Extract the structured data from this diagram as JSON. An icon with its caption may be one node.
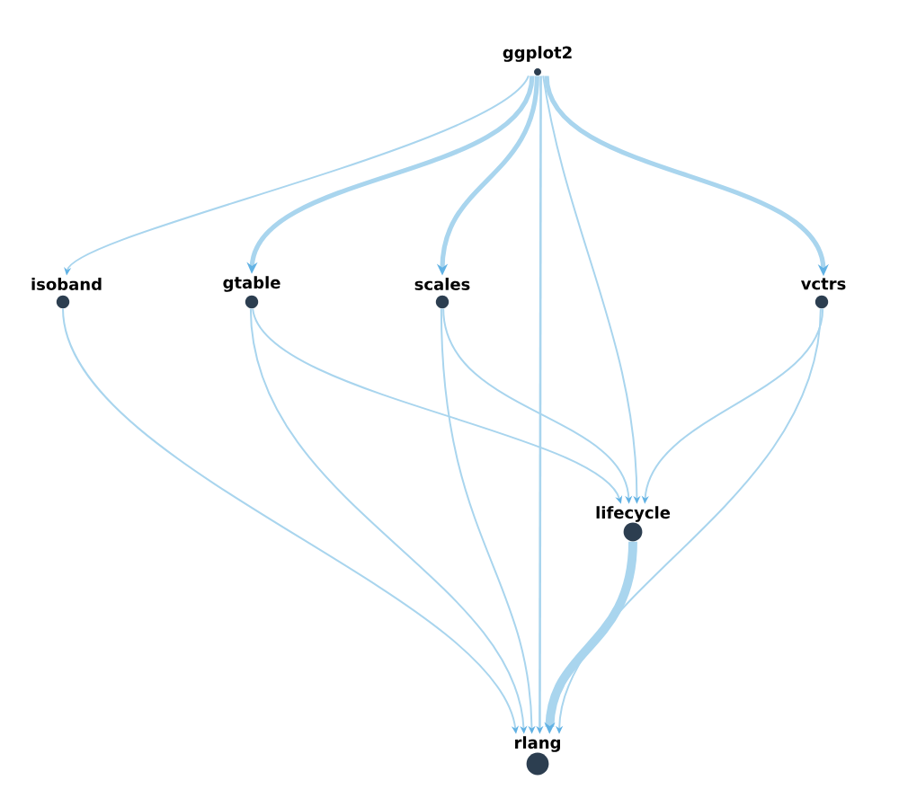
{
  "diagram": {
    "nodes": [
      {
        "text": [
          "ggplot2"
        ]
      },
      {
        "text": [
          "isoband"
        ]
      },
      {
        "text": [
          "gtable"
        ]
      },
      {
        "text": [
          "scales"
        ]
      },
      {
        "text": [
          "vctrs"
        ]
      },
      {
        "text": [
          "lifecycle"
        ]
      },
      {
        "text": [
          "rlang"
        ]
      }
    ],
    "edges": [
      {
        "from": 0,
        "to": 1,
        "arrow": "to"
      },
      {
        "from": 0,
        "to": 2,
        "arrow": "to",
        "style": "thick"
      },
      {
        "from": 0,
        "to": 3,
        "arrow": "to",
        "style": "thick"
      },
      {
        "from": 0,
        "to": 6,
        "arrow": "to"
      },
      {
        "from": 0,
        "to": 5,
        "arrow": "to"
      },
      {
        "from": 0,
        "to": 4,
        "arrow": "to",
        "style": "thick"
      },
      {
        "from": 1,
        "to": 6,
        "arrow": "to"
      },
      {
        "from": 2,
        "to": 6,
        "arrow": "to"
      },
      {
        "from": 2,
        "to": 5,
        "arrow": "to"
      },
      {
        "from": 3,
        "to": 6,
        "arrow": "to"
      },
      {
        "from": 3,
        "to": 5,
        "arrow": "to"
      },
      {
        "from": 4,
        "to": 5,
        "arrow": "to"
      },
      {
        "from": 4,
        "to": 6,
        "arrow": "to"
      },
      {
        "from": 5,
        "to": 6,
        "arrow": "to",
        "style": "thick"
      }
    ]
  }
}
